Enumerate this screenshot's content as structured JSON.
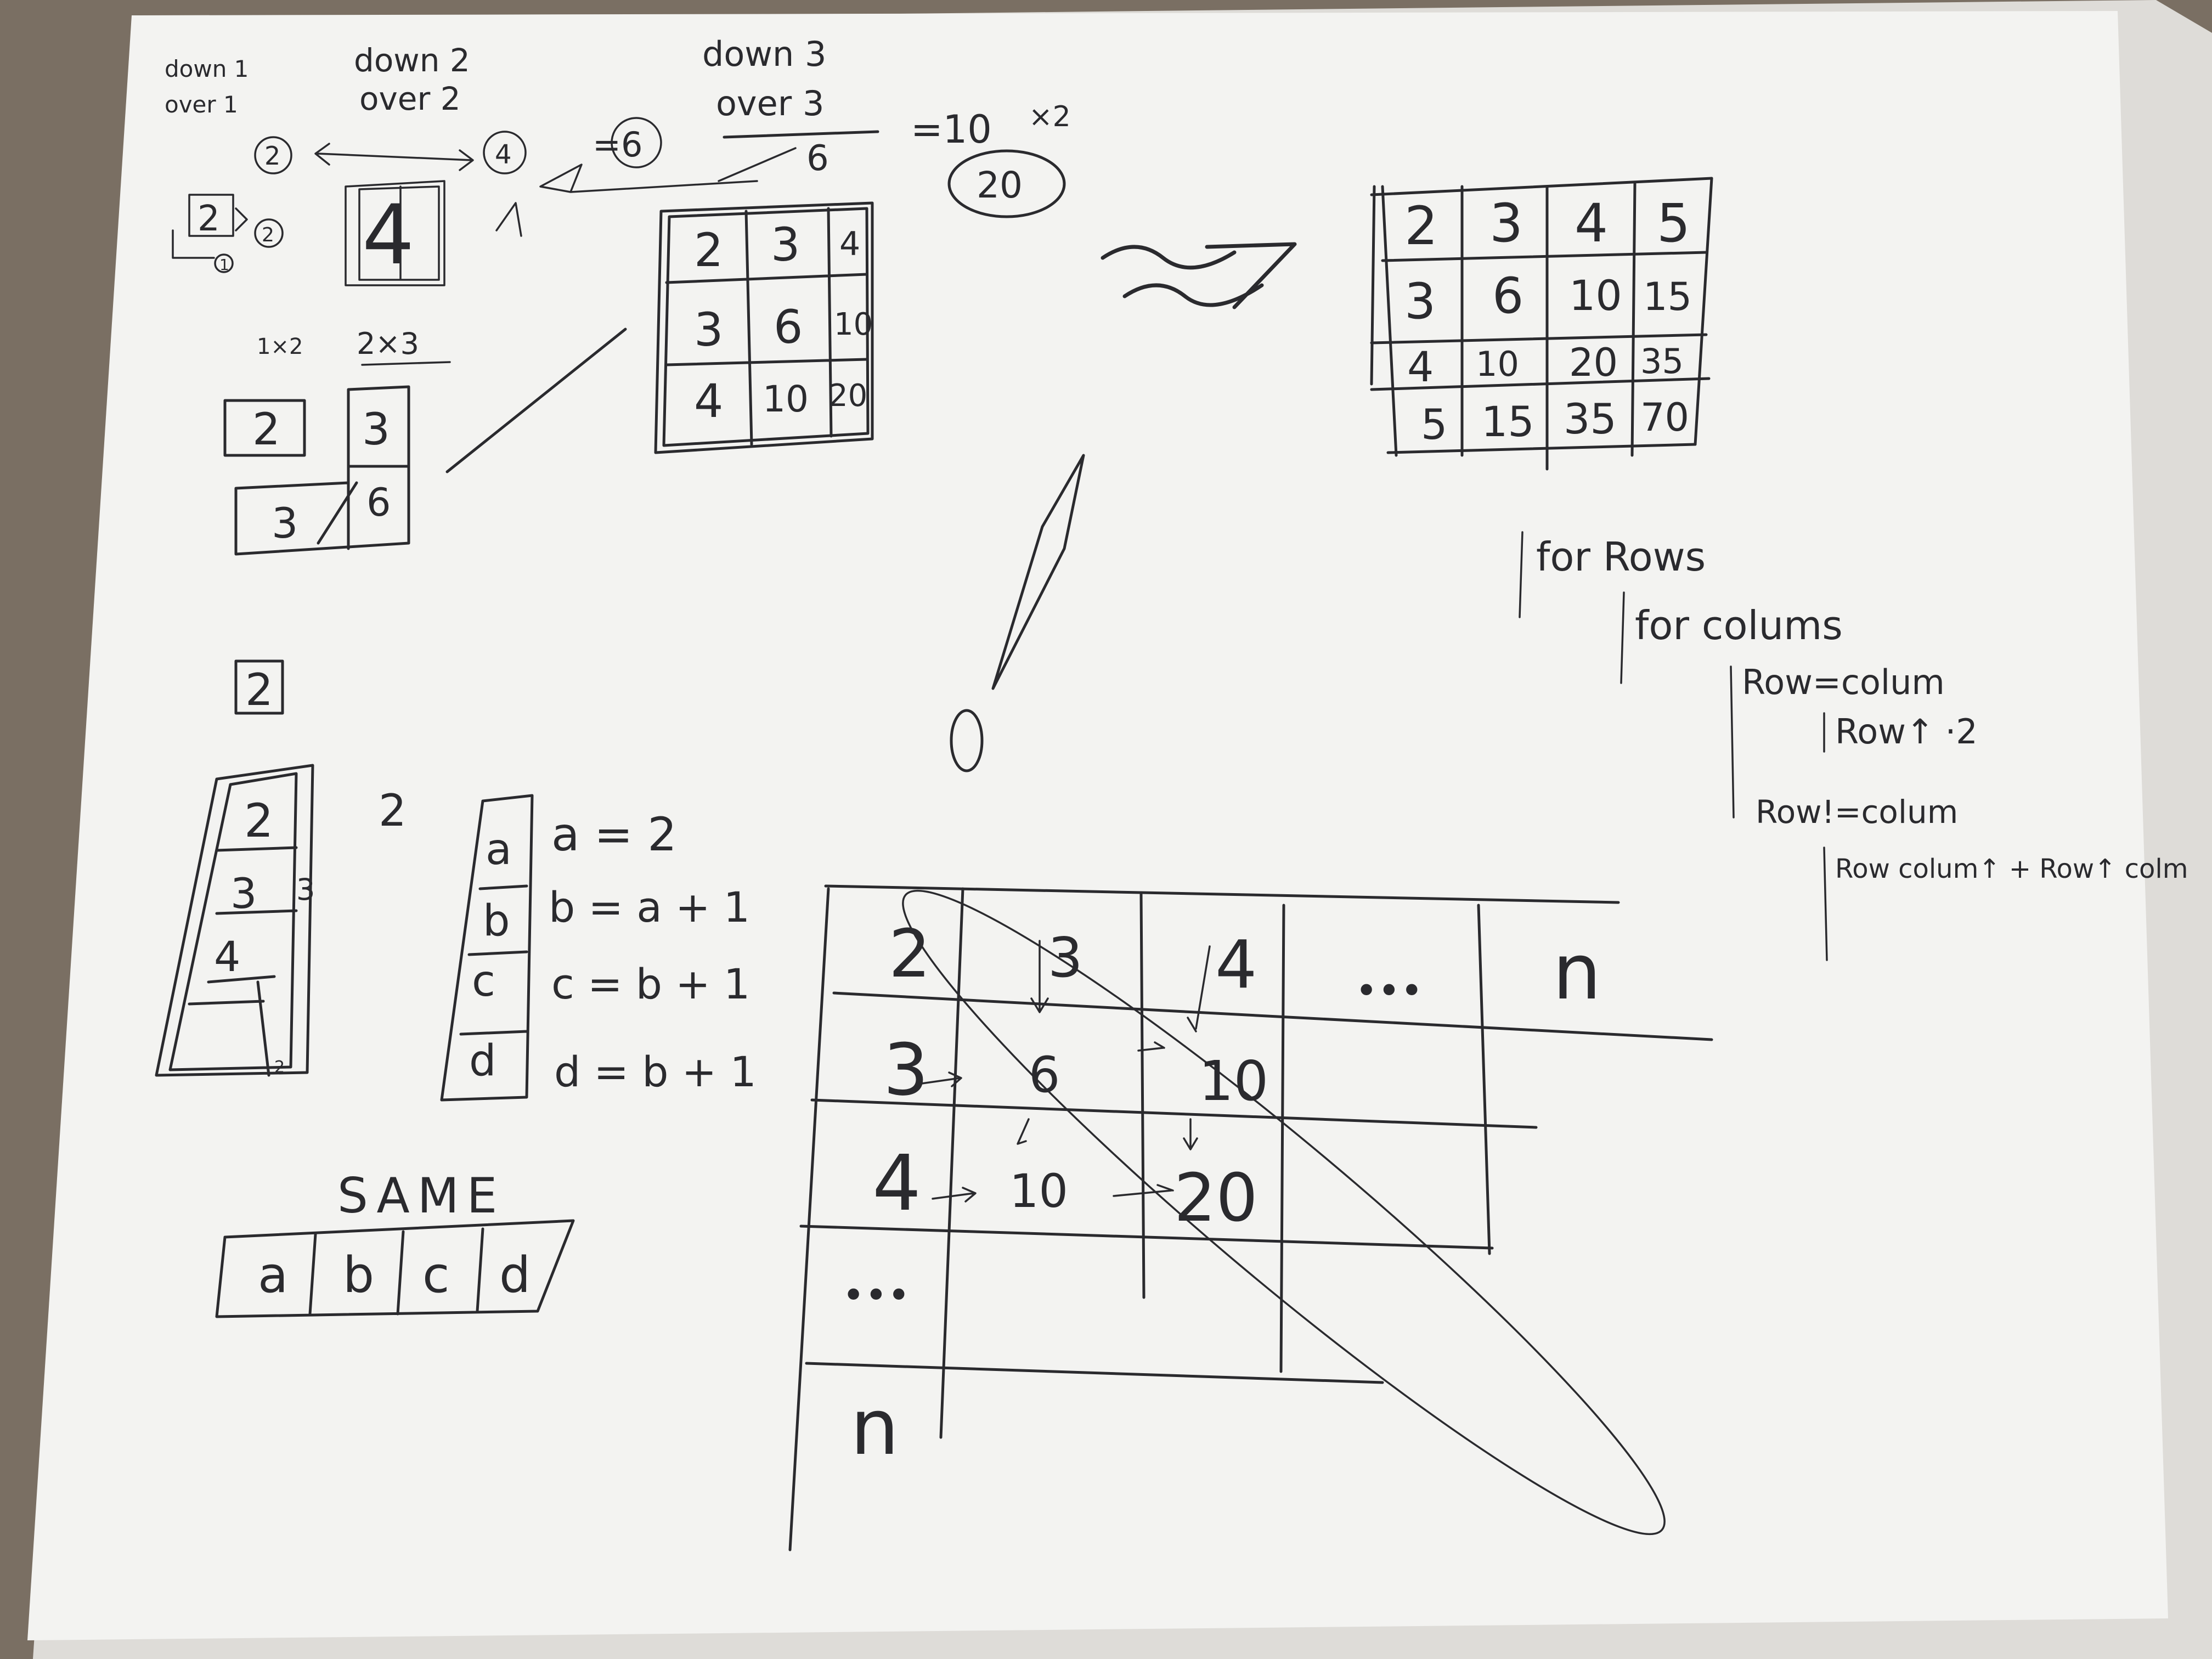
{
  "top_notes": {
    "down1": "down 1",
    "over1": "over 1",
    "down2": "down 2",
    "over2": "over 2",
    "down3": "down 3",
    "over3": "over 3",
    "circ_2a": "2",
    "circ_4": "4",
    "circ_2b": "2",
    "circ_1": "1",
    "eq6": "=6",
    "six": "6",
    "eq10": "=10",
    "x2": "×2",
    "circ_20": "20",
    "box_2": "2",
    "box_4": "4"
  },
  "sizes": {
    "s1": "1×2",
    "s2": "2×3"
  },
  "small_grid": [
    "2",
    "3",
    "3",
    "6"
  ],
  "grid3": [
    "2",
    "3",
    "4",
    "3",
    "6",
    "10",
    "4",
    "10",
    "20"
  ],
  "grid4": [
    "2",
    "3",
    "4",
    "5",
    "3",
    "6",
    "10",
    "15",
    "4",
    "10",
    "20",
    "35",
    "5",
    "15",
    "35",
    "70"
  ],
  "pseudocode": {
    "line1": "for Rows",
    "line2": "for colums",
    "line3": "Row=colum",
    "line4": "Row↑ ·2",
    "line5": "Row!=colum",
    "line6": "Row colum↑ + Row↑ colm"
  },
  "single_box": "2",
  "col_vals": [
    "2",
    "3",
    "4"
  ],
  "col_side": [
    "3",
    "2"
  ],
  "two_label": "2",
  "letters": [
    "a",
    "b",
    "c",
    "d"
  ],
  "equations": [
    "a = 2",
    "b = a + 1",
    "c = b + 1",
    "d = b + 1"
  ],
  "same_label": "SAME",
  "same_row": [
    "a",
    "b",
    "c",
    "d"
  ],
  "big_table": {
    "header": [
      "2",
      "3",
      "4",
      "•••",
      "n"
    ],
    "row1": [
      "3",
      "6",
      "10"
    ],
    "row2": [
      "4",
      "10",
      "20"
    ],
    "dots": "•••",
    "n": "n"
  },
  "colors": {
    "paper": "#f3f3f1",
    "ink": "#2a2a2e",
    "background": "#7a6f63"
  }
}
